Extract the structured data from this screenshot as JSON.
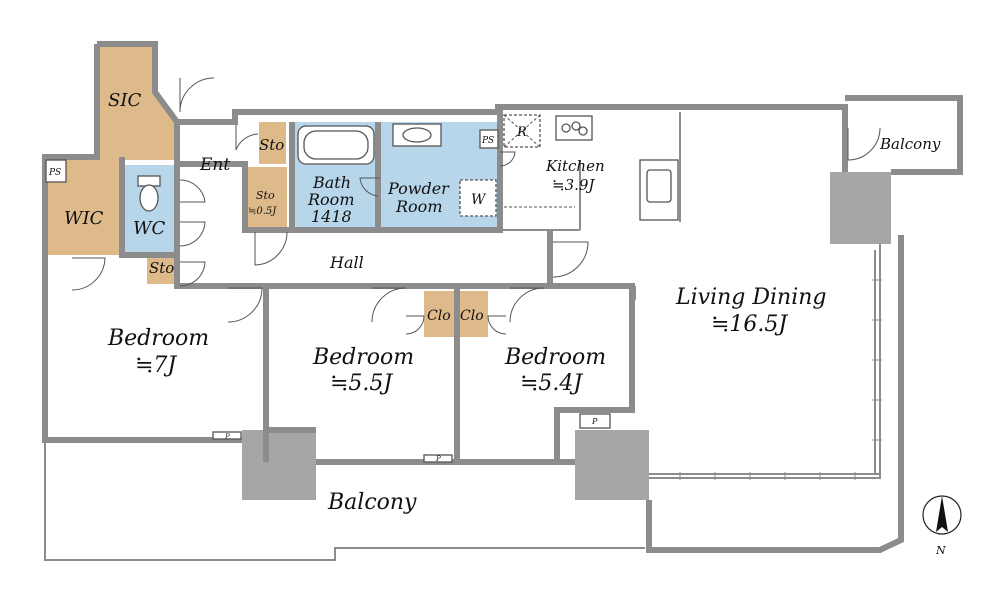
{
  "rooms": {
    "sic": "SIC",
    "ps_left": "PS",
    "wic": "WIC",
    "wc": "WC",
    "sto_wc": "Sto",
    "ent": "Ent",
    "sto_ent": "Sto",
    "sto_small_label": "Sto",
    "sto_small_size": "≒0.5J",
    "bath_line1": "Bath",
    "bath_line2": "Room",
    "bath_line3": "1418",
    "powder_line1": "Powder",
    "powder_line2": "Room",
    "washer": "W",
    "ps_kitchen": "PS",
    "fridge": "R",
    "kitchen_label": "Kitchen",
    "kitchen_size": "≒3.9J",
    "balcony_small": "Balcony",
    "hall": "Hall",
    "living_label": "Living Dining",
    "living_size": "≒16.5J",
    "bed1_label": "Bedroom",
    "bed1_size": "≒7J",
    "bed2_label": "Bedroom",
    "bed2_size": "≒5.5J",
    "bed3_label": "Bedroom",
    "bed3_size": "≒5.4J",
    "clo1": "Clo",
    "clo2": "Clo",
    "balcony_main": "Balcony",
    "pipe_p": "P",
    "pipe_p2": "P",
    "pipe_p3": "P"
  },
  "compass": {
    "north": "N"
  },
  "colors": {
    "storage": "#deba8a",
    "wet": "#b7d6ea",
    "column": "#a6a6a6",
    "wall": "#8c8c8c"
  }
}
